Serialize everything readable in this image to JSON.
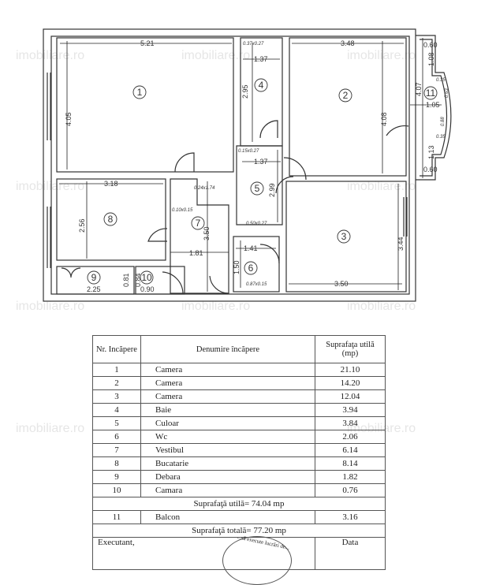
{
  "watermark": "imobiliare.ro",
  "floor_plan": {
    "rooms": [
      {
        "id": "1",
        "dims": [
          "5.21",
          "4.05"
        ]
      },
      {
        "id": "2",
        "dims": [
          "3.48",
          "4.08"
        ]
      },
      {
        "id": "3",
        "dims": [
          "3.50",
          "3.44"
        ]
      },
      {
        "id": "4",
        "dims": [
          "1.37",
          "2.95"
        ],
        "door_label": "0.37x0.27"
      },
      {
        "id": "5",
        "dims": [
          "1.37",
          "2.99"
        ],
        "door_label": "0.15x0.27"
      },
      {
        "id": "6",
        "dims": [
          "1.41",
          "1.50"
        ],
        "labels": [
          "0.50x0.27",
          "0.87x0.15"
        ]
      },
      {
        "id": "7",
        "dims": [
          "1.81",
          "3.50"
        ],
        "labels": [
          "0.24x1.74",
          "0.10x0.15"
        ]
      },
      {
        "id": "8",
        "dims": [
          "3.18",
          "2.56"
        ]
      },
      {
        "id": "9",
        "dims": [
          "2.25",
          "0.81"
        ]
      },
      {
        "id": "10",
        "dims": [
          "0.90",
          "0.84"
        ]
      },
      {
        "id": "11",
        "dims": [
          "1.05",
          "4.07",
          "0.60",
          "1.08",
          "0.35",
          "0.63",
          "0.88",
          "0.35",
          "1.13",
          "0.60"
        ]
      }
    ]
  },
  "table": {
    "headers": {
      "nr": "Nr. Incăpere",
      "name": "Denumire încăpere",
      "area": "Suprafaţa utilă (mp)"
    },
    "rows": [
      {
        "nr": "1",
        "name": "Camera",
        "area": "21.10"
      },
      {
        "nr": "2",
        "name": "Camera",
        "area": "14.20"
      },
      {
        "nr": "3",
        "name": "Camera",
        "area": "12.04"
      },
      {
        "nr": "4",
        "name": "Baie",
        "area": "3.94"
      },
      {
        "nr": "5",
        "name": "Culoar",
        "area": "3.84"
      },
      {
        "nr": "6",
        "name": "Wc",
        "area": "2.06"
      },
      {
        "nr": "7",
        "name": "Vestibul",
        "area": "6.14"
      },
      {
        "nr": "8",
        "name": "Bucatarie",
        "area": "8.14"
      },
      {
        "nr": "9",
        "name": "Debara",
        "area": "1.82"
      },
      {
        "nr": "10",
        "name": "Camara",
        "area": "0.76"
      }
    ],
    "useful_total": "Suprafaţă utilă= 74.04 mp",
    "balcony": {
      "nr": "11",
      "name": "Balcon",
      "area": "3.16"
    },
    "grand_total": "Suprafaţă totală= 77.20 mp",
    "executant_label": "Executant,",
    "date_label": "Data",
    "stamp_text": "...să execute lucrări de..."
  }
}
